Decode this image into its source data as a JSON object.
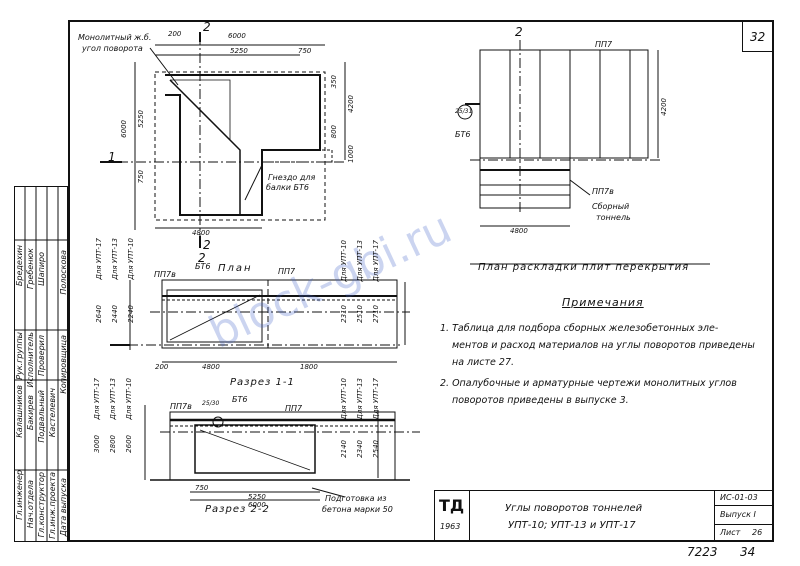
{
  "sheet": {
    "page_number": "32",
    "bottom_code": "7223",
    "bottom_page": "34"
  },
  "plan_top": {
    "callout_monolith": "Монолитный ж.б.",
    "callout_monolith2": "угол поворота",
    "callout_socket": "Гнездо для",
    "callout_socket2": "балки БТ6",
    "dim_200": "200",
    "dim_6000": "6000",
    "dim_5250": "5250",
    "dim_750": "750",
    "dim_4800": "4800",
    "dim_6000v": "6000",
    "dim_5250v": "5250",
    "dim_750v": "750",
    "dim_4200": "4200",
    "dim_800": "800",
    "dim_350": "350",
    "dim_1000": "1000",
    "section_mark_2": "2",
    "section_mark_1": "1"
  },
  "slab_layout": {
    "label_pp7": "ПП7",
    "label_bt6": "БТ6",
    "label_pp7b": "ПП7в",
    "label_assembled": "Сборный",
    "label_tunnel": "тоннель",
    "dim_4800": "4800",
    "dim_4200": "4200",
    "callout_code": "25/31",
    "title": "План раскладки плит перекрытия"
  },
  "plan_section": {
    "title": "План",
    "label_pp7b": "ПП7в",
    "label_bt6": "БТ6",
    "label_pp7": "ПП7",
    "dim_4800": "4800",
    "dim_1800": "1800",
    "dim_200": "200",
    "col_upt17": "Для УПТ-17",
    "col_upt13": "Для УПТ-13",
    "col_upt10": "Для УПТ-10",
    "v_2640": "2640",
    "v_2440": "2440",
    "v_2240": "2240",
    "v_2710": "2710",
    "v_2510": "2510",
    "v_2310": "2310",
    "section_title": "Разрез 1-1"
  },
  "section22": {
    "label_pp7b": "ПП7в",
    "label_bt6": "БТ6",
    "label_pp7": "ПП7",
    "callout_code": "25/30",
    "dim_3000": "3000",
    "dim_2800": "2800",
    "dim_2600": "2600",
    "dim_2140": "2140",
    "dim_2340": "2340",
    "dim_2540": "2540",
    "dim_750": "750",
    "dim_5250": "5250",
    "dim_6000": "6000",
    "note_prep": "Подготовка из",
    "note_prep2": "бетона марки 50",
    "title": "Разрез 2-2",
    "col_upt17": "Для УПТ-17",
    "col_upt13": "Для УПТ-13",
    "col_upt10": "Для УПТ-10"
  },
  "notes": {
    "heading": "Примечания",
    "line1": "1. Таблица для подбора сборных железобетонных эле-",
    "line2": "ментов и расход материалов на углы поворотов приведены",
    "line3": "на листе 27.",
    "line4": "2. Опалубочные и арматурные чертежи монолитных углов",
    "line5": "поворотов приведены в выпуске 3."
  },
  "title_block": {
    "logo": "ТД",
    "year": "1963",
    "title1": "Углы поворотов тоннелей",
    "title2": "УПТ-10; УПТ-13 и УПТ-17",
    "code": "ИС-01-03",
    "issue": "Выпуск I",
    "sheet_label": "Лист",
    "sheet_no": "26"
  },
  "sidebar": {
    "roles": [
      "Гл.инженер",
      "Нач.отдела",
      "Гл.конструктор",
      "Гл.инж.проекта",
      "Дата выпуска"
    ],
    "names": [
      "Калашников",
      "Бакирев",
      "Подвальный",
      "Кастелевич"
    ],
    "col2": [
      "Рук.группы",
      "Исполнитель",
      "Проверил"
    ],
    "col2names": [
      "Бредехин",
      "Гребенюк",
      "Шапиро"
    ],
    "col3": [
      "Копировщица"
    ],
    "col3names": [
      "Полоскова"
    ]
  },
  "watermark": "block-gbi.ru"
}
